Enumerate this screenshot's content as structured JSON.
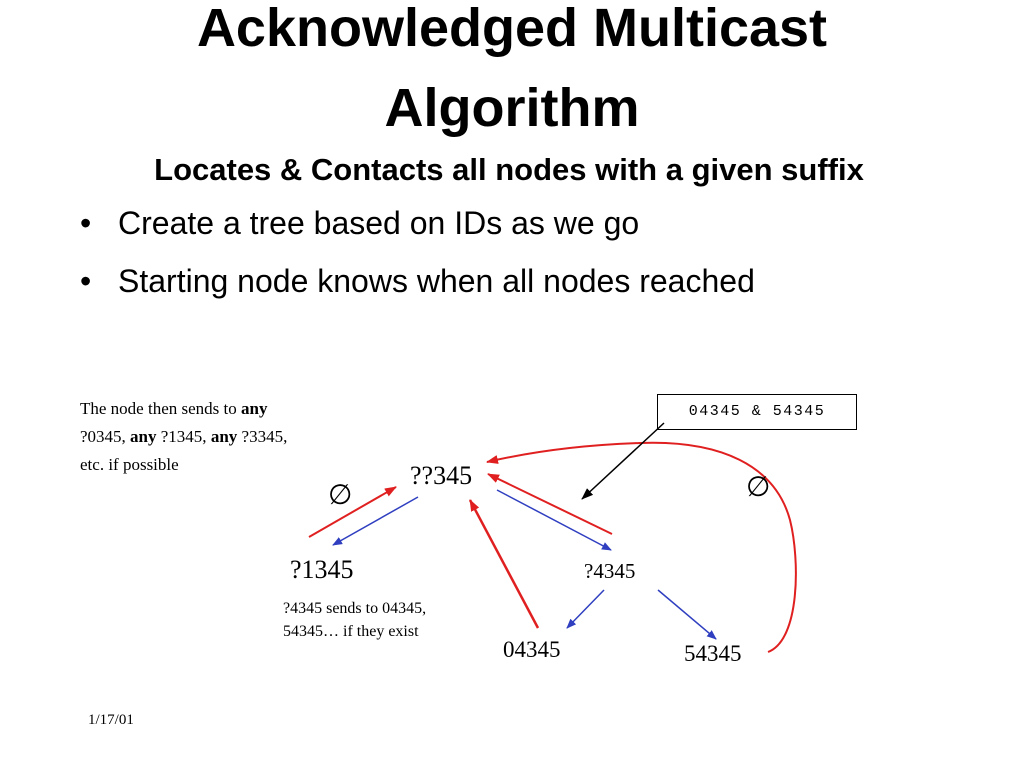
{
  "title": {
    "line1": "Acknowledged Multicast",
    "line2": "Algorithm"
  },
  "subtitle": "Locates & Contacts all nodes with a given suffix",
  "bullets": [
    {
      "marker": "•",
      "text": "Create a tree based on IDs as we go"
    },
    {
      "marker": "•",
      "text": "Starting node knows when all nodes reached"
    }
  ],
  "notes": {
    "sends": {
      "p1": "The node then sends to ",
      "b1": "any",
      "p2": "?0345, ",
      "b2": "any",
      "p3": " ?1345, ",
      "b3": "any",
      "p4": " ?3345,",
      "p5": "etc. if possible"
    },
    "sub_sends": {
      "line1": "?4345 sends to 04345,",
      "line2": "54345… if they exist"
    }
  },
  "nodes": {
    "root": "??345",
    "n1345": "?1345",
    "n4345": "?4345",
    "n04345": "04345",
    "n54345": "54345"
  },
  "empty_set_symbol": "∅",
  "callout": "04345 & 54345",
  "footer_date": "1/17/01",
  "colors": {
    "forward_arrow": "#2f3fc0",
    "ack_arrow": "#e02020",
    "text": "#000000"
  },
  "icons": {
    "empty_set": "empty-set-icon",
    "bullet": "bullet-icon"
  }
}
